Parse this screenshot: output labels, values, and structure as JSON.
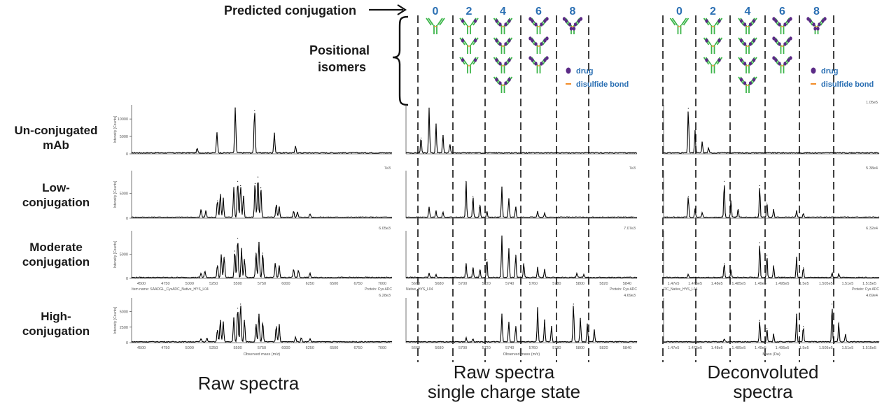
{
  "header": {
    "predicted_label": "Predicted conjugation",
    "isomer_label_line1": "Positional",
    "isomer_label_line2": "isomers"
  },
  "conjugation_levels": [
    "0",
    "2",
    "4",
    "6",
    "8"
  ],
  "isomer_counts": [
    1,
    3,
    4,
    3,
    1
  ],
  "legend": {
    "drug": "drug",
    "disulfide": "disulfide bond",
    "drug_color": "#5b2a86",
    "disulfide_color": "#f28c28",
    "antibody_color": "#3cb54a",
    "level_color": "#2a6fb3"
  },
  "row_labels": [
    [
      "Un-conjugated",
      "mAb"
    ],
    [
      "Low-",
      "conjugation"
    ],
    [
      "Moderate",
      "conjugation"
    ],
    [
      "High-",
      "conjugation"
    ]
  ],
  "bottom_labels": {
    "raw": [
      "Raw spectra"
    ],
    "single": [
      "Raw spectra",
      "single charge state"
    ],
    "deconv": [
      "Deconvoluted",
      "spectra"
    ]
  },
  "chart_data": [
    {
      "type": "line",
      "panel": "raw",
      "xlabel": "Observed mass (m/z)",
      "ylabel": "Intensity [Counts]",
      "xlim": [
        4400,
        7100
      ],
      "x_ticks": [
        "4500",
        "4750",
        "5000",
        "5250",
        "5500",
        "5750",
        "6000",
        "6250",
        "6500",
        "6750",
        "7000"
      ],
      "y_ticks": [
        [
          "0",
          "5000",
          "10000"
        ],
        [
          "0",
          "5000"
        ],
        [
          "0",
          "5000"
        ],
        [
          "0",
          "2500",
          "5000"
        ]
      ],
      "footer_left": "Item name: SAADGL_CysADC_Native_HYS_L04",
      "footer_right": "Protein: Cys ADC",
      "scale_labels": [
        "",
        "7e3",
        "6.05e3",
        "6.28e3"
      ],
      "rows": [
        {
          "peaks": [
            [
              5080,
              0.1
            ],
            [
              5285,
              0.45
            ],
            [
              5475,
              1.0
            ],
            [
              5675,
              0.95
            ],
            [
              5880,
              0.45
            ],
            [
              6100,
              0.15
            ]
          ]
        },
        {
          "peaks": [
            [
              5120,
              0.18
            ],
            [
              5170,
              0.15
            ],
            [
              5290,
              0.4
            ],
            [
              5320,
              0.55
            ],
            [
              5350,
              0.45
            ],
            [
              5460,
              0.7
            ],
            [
              5500,
              0.85
            ],
            [
              5530,
              0.75
            ],
            [
              5560,
              0.5
            ],
            [
              5680,
              0.8
            ],
            [
              5710,
              0.95
            ],
            [
              5740,
              0.7
            ],
            [
              5900,
              0.3
            ],
            [
              5930,
              0.25
            ],
            [
              6080,
              0.15
            ],
            [
              6120,
              0.12
            ],
            [
              6250,
              0.08
            ]
          ]
        },
        {
          "peaks": [
            [
              5120,
              0.1
            ],
            [
              5160,
              0.15
            ],
            [
              5290,
              0.3
            ],
            [
              5330,
              0.55
            ],
            [
              5360,
              0.5
            ],
            [
              5470,
              0.65
            ],
            [
              5500,
              0.95
            ],
            [
              5540,
              0.7
            ],
            [
              5570,
              0.45
            ],
            [
              5690,
              0.6
            ],
            [
              5720,
              0.85
            ],
            [
              5760,
              0.6
            ],
            [
              5890,
              0.35
            ],
            [
              5930,
              0.3
            ],
            [
              6080,
              0.2
            ],
            [
              6130,
              0.18
            ],
            [
              6250,
              0.1
            ]
          ]
        },
        {
          "peaks": [
            [
              5120,
              0.08
            ],
            [
              5180,
              0.1
            ],
            [
              5290,
              0.3
            ],
            [
              5320,
              0.55
            ],
            [
              5350,
              0.5
            ],
            [
              5460,
              0.6
            ],
            [
              5500,
              0.85
            ],
            [
              5530,
              0.95
            ],
            [
              5570,
              0.55
            ],
            [
              5690,
              0.45
            ],
            [
              5720,
              0.7
            ],
            [
              5760,
              0.5
            ],
            [
              5900,
              0.4
            ],
            [
              5930,
              0.45
            ],
            [
              6100,
              0.12
            ],
            [
              6160,
              0.1
            ],
            [
              6250,
              0.08
            ]
          ]
        }
      ]
    },
    {
      "type": "line",
      "panel": "single_charge_state",
      "xlabel": "Observed mass (m/z)",
      "xlim": [
        5652,
        5852
      ],
      "x_ticks": [
        "5660",
        "5680",
        "5700",
        "5720",
        "5740",
        "5760",
        "5780",
        "5800",
        "5820",
        "5840"
      ],
      "footer_left": "Native_HYS_L04",
      "footer_right": "Protein: Cys ADC",
      "scale_labels": [
        "",
        "7e3",
        "7.07e3",
        "4.69e3"
      ],
      "rows": [
        {
          "peaks": [
            [
              5665,
              0.35
            ],
            [
              5672,
              1.0
            ],
            [
              5678,
              0.65
            ],
            [
              5684,
              0.4
            ],
            [
              5690,
              0.2
            ]
          ]
        },
        {
          "peaks": [
            [
              5672,
              0.25
            ],
            [
              5678,
              0.15
            ],
            [
              5684,
              0.12
            ],
            [
              5704,
              0.85
            ],
            [
              5710,
              0.5
            ],
            [
              5716,
              0.3
            ],
            [
              5722,
              0.15
            ],
            [
              5735,
              0.7
            ],
            [
              5741,
              0.45
            ],
            [
              5747,
              0.25
            ],
            [
              5766,
              0.15
            ],
            [
              5772,
              0.1
            ]
          ]
        },
        {
          "peaks": [
            [
              5672,
              0.1
            ],
            [
              5678,
              0.08
            ],
            [
              5704,
              0.35
            ],
            [
              5710,
              0.25
            ],
            [
              5716,
              0.2
            ],
            [
              5722,
              0.45
            ],
            [
              5735,
              1.0
            ],
            [
              5741,
              0.7
            ],
            [
              5747,
              0.55
            ],
            [
              5754,
              0.35
            ],
            [
              5766,
              0.25
            ],
            [
              5772,
              0.2
            ],
            [
              5800,
              0.1
            ],
            [
              5806,
              0.08
            ]
          ]
        },
        {
          "peaks": [
            [
              5704,
              0.1
            ],
            [
              5710,
              0.08
            ],
            [
              5735,
              0.7
            ],
            [
              5741,
              0.5
            ],
            [
              5747,
              0.4
            ],
            [
              5766,
              0.85
            ],
            [
              5772,
              0.55
            ],
            [
              5778,
              0.4
            ],
            [
              5797,
              0.95
            ],
            [
              5803,
              0.6
            ],
            [
              5809,
              0.45
            ],
            [
              5815,
              0.3
            ]
          ]
        }
      ]
    },
    {
      "type": "line",
      "panel": "deconvoluted",
      "xlabel": "Mass (Da)",
      "xlim": [
        146900,
        151700
      ],
      "x_ticks": [
        "1.47e5",
        "1.475e5",
        "1.48e5",
        "1.485e5",
        "1.49e5",
        "1.495e5",
        "1.5e5",
        "1.505e5",
        "1.51e5",
        "1.515e5"
      ],
      "footer_left": "DC_Native_HYS_L04",
      "footer_right": "Protein: Cys ADC",
      "scale_labels": [
        "1.05e5",
        "5.38e4",
        "6.32e4",
        "4.69e4"
      ],
      "rows": [
        {
          "peaks": [
            [
              147450,
              1.0
            ],
            [
              147600,
              0.5
            ],
            [
              147760,
              0.25
            ],
            [
              147900,
              0.12
            ]
          ]
        },
        {
          "peaks": [
            [
              147450,
              0.5
            ],
            [
              147600,
              0.2
            ],
            [
              147760,
              0.12
            ],
            [
              148250,
              0.85
            ],
            [
              148400,
              0.4
            ],
            [
              148560,
              0.2
            ],
            [
              149040,
              0.75
            ],
            [
              149200,
              0.35
            ],
            [
              149350,
              0.2
            ],
            [
              149860,
              0.15
            ],
            [
              150010,
              0.1
            ]
          ]
        },
        {
          "peaks": [
            [
              147450,
              0.08
            ],
            [
              148250,
              0.35
            ],
            [
              148400,
              0.2
            ],
            [
              149040,
              0.85
            ],
            [
              149200,
              0.55
            ],
            [
              149350,
              0.3
            ],
            [
              149860,
              0.5
            ],
            [
              150010,
              0.25
            ],
            [
              150650,
              0.12
            ],
            [
              150800,
              0.08
            ]
          ]
        },
        {
          "peaks": [
            [
              148250,
              0.08
            ],
            [
              149040,
              0.55
            ],
            [
              149200,
              0.35
            ],
            [
              149350,
              0.2
            ],
            [
              149860,
              0.7
            ],
            [
              150010,
              0.4
            ],
            [
              150650,
              0.95
            ],
            [
              150800,
              0.5
            ],
            [
              150950,
              0.2
            ]
          ]
        }
      ]
    }
  ]
}
